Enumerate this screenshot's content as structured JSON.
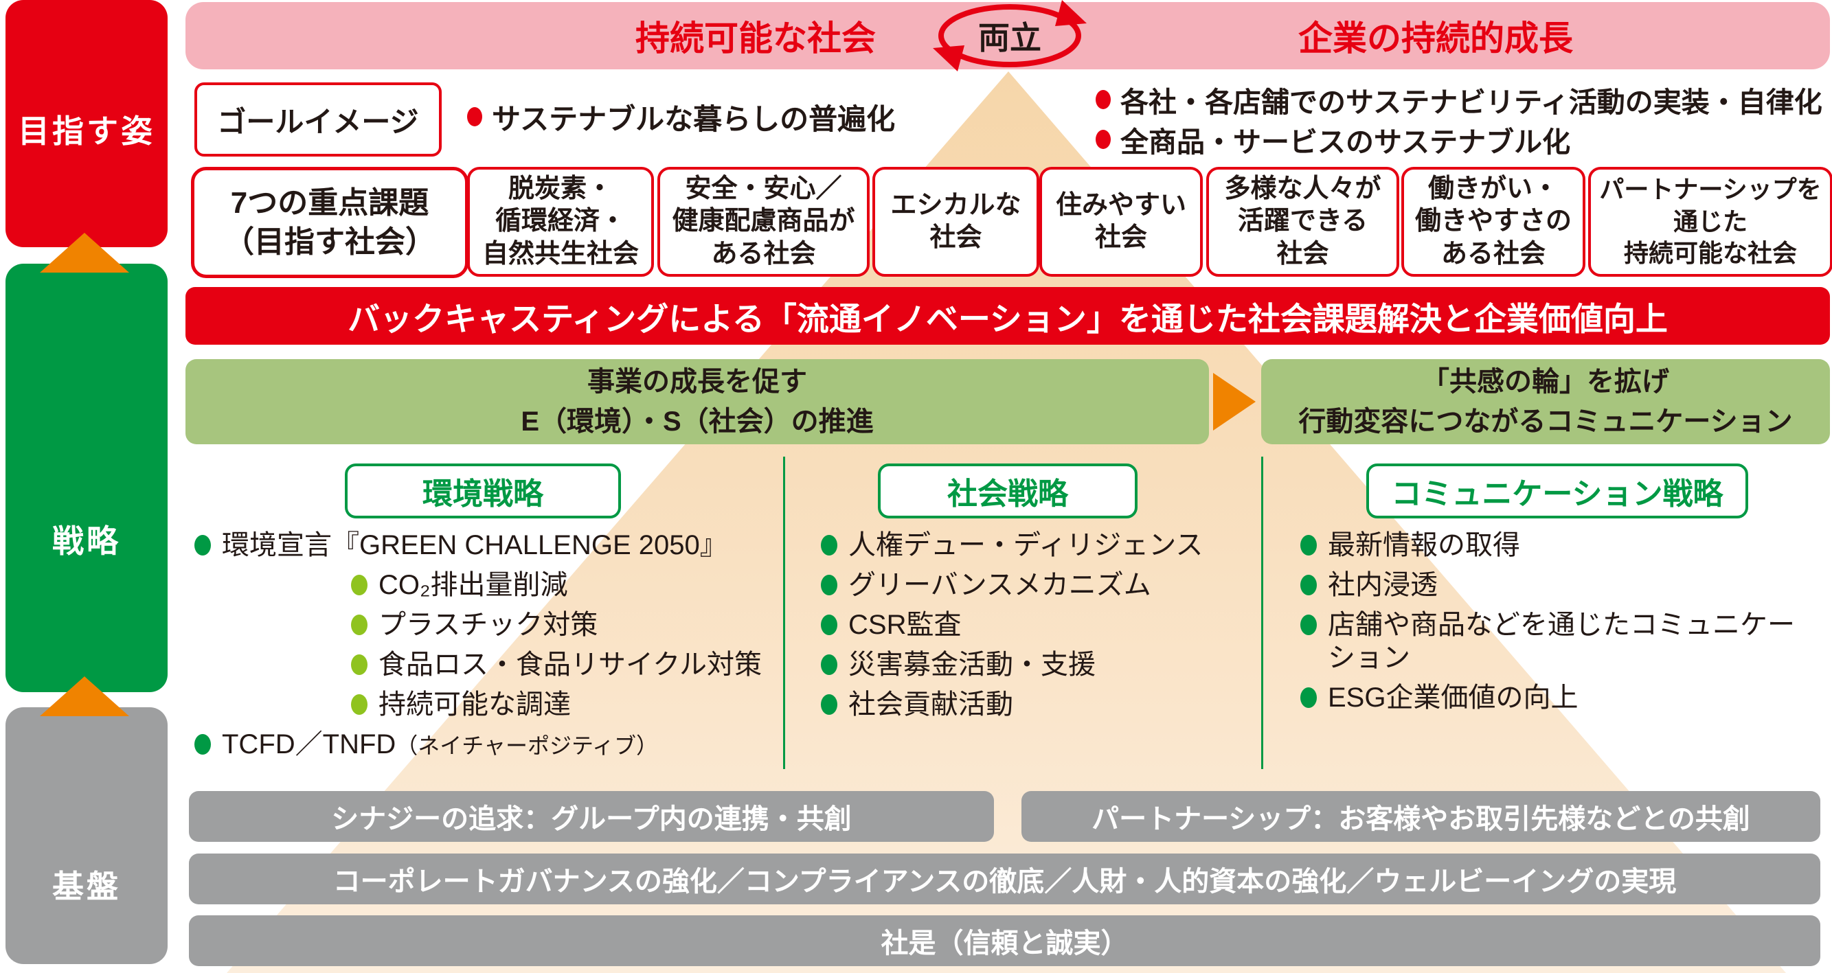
{
  "colors": {
    "red": "#E60012",
    "pink": "#F5B2BB",
    "peach": "#F8DCB5",
    "dark_green": "#009944",
    "light_green_banner": "#A7C57E",
    "lime_bullet": "#8FC31F",
    "orange": "#F08300",
    "gray": "#9E9FA0",
    "text_black": "#231815"
  },
  "header": {
    "sustainable_society": "持続可能な社会",
    "coexistence": "両立",
    "corporate_growth": "企業の持続的成長"
  },
  "sidebar": {
    "goal_label": "目指す姿",
    "strategy_label": "戦略",
    "foundation_label": "基盤"
  },
  "goal_row": {
    "title": "ゴールイメージ",
    "bullet": "サステナブルな暮らしの普遍化",
    "right_bullets": [
      "各社・各店舗でのサステナビリティ活動の実装・自律化",
      "全商品・サービスのサステナブル化"
    ]
  },
  "priority_row": {
    "title": "7つの重点課題\n（目指す社会）",
    "topics": [
      "脱炭素・\n循環経済・\n自然共生社会",
      "安全・安心／\n健康配慮商品が\nある社会",
      "エシカルな\n社会",
      "住みやすい\n社会",
      "多様な人々が\n活躍できる\n社会",
      "働きがい・\n働きやすさの\nある社会",
      "パートナーシップを\n通じた\n持続可能な社会"
    ]
  },
  "backcasting_banner": "バックキャスティングによる「流通イノベーション」を通じた社会課題解決と企業価値向上",
  "es_banner": "事業の成長を促す\nE（環境）・S（社会）の推進",
  "communication_banner": "「共感の輪」を拡げ\n行動変容につながるコミュニケーション",
  "strategies": {
    "environment": {
      "label": "環境戦略",
      "items": [
        {
          "text": "環境宣言『GREEN CHALLENGE 2050』",
          "level": 1
        },
        {
          "text": "CO₂排出量削減",
          "level": 2
        },
        {
          "text": "プラスチック対策",
          "level": 2
        },
        {
          "text": "食品ロス・食品リサイクル対策",
          "level": 2
        },
        {
          "text": "持続可能な調達",
          "level": 2
        },
        {
          "text": "TCFD／TNFD",
          "note": "（ネイチャーポジティブ）",
          "level": 1
        }
      ]
    },
    "social": {
      "label": "社会戦略",
      "items": [
        "人権デュー・ディリジェンス",
        "グリーバンスメカニズム",
        "CSR監査",
        "災害募金活動・支援",
        "社会貢献活動"
      ]
    },
    "communication": {
      "label": "コミュニケーション戦略",
      "items": [
        "最新情報の取得",
        "社内浸透",
        "店舗や商品などを通じたコミュニケーション",
        "ESG企業価値の向上"
      ]
    }
  },
  "foundation": {
    "synergy": "シナジーの追求：グループ内の連携・共創",
    "partnership": "パートナーシップ：お客様やお取引先様などとの共創",
    "governance": "コーポレートガバナンスの強化／コンプライアンスの徹底／人財・人的資本の強化／ウェルビーイングの実現",
    "motto": "社是（信頼と誠実）"
  }
}
